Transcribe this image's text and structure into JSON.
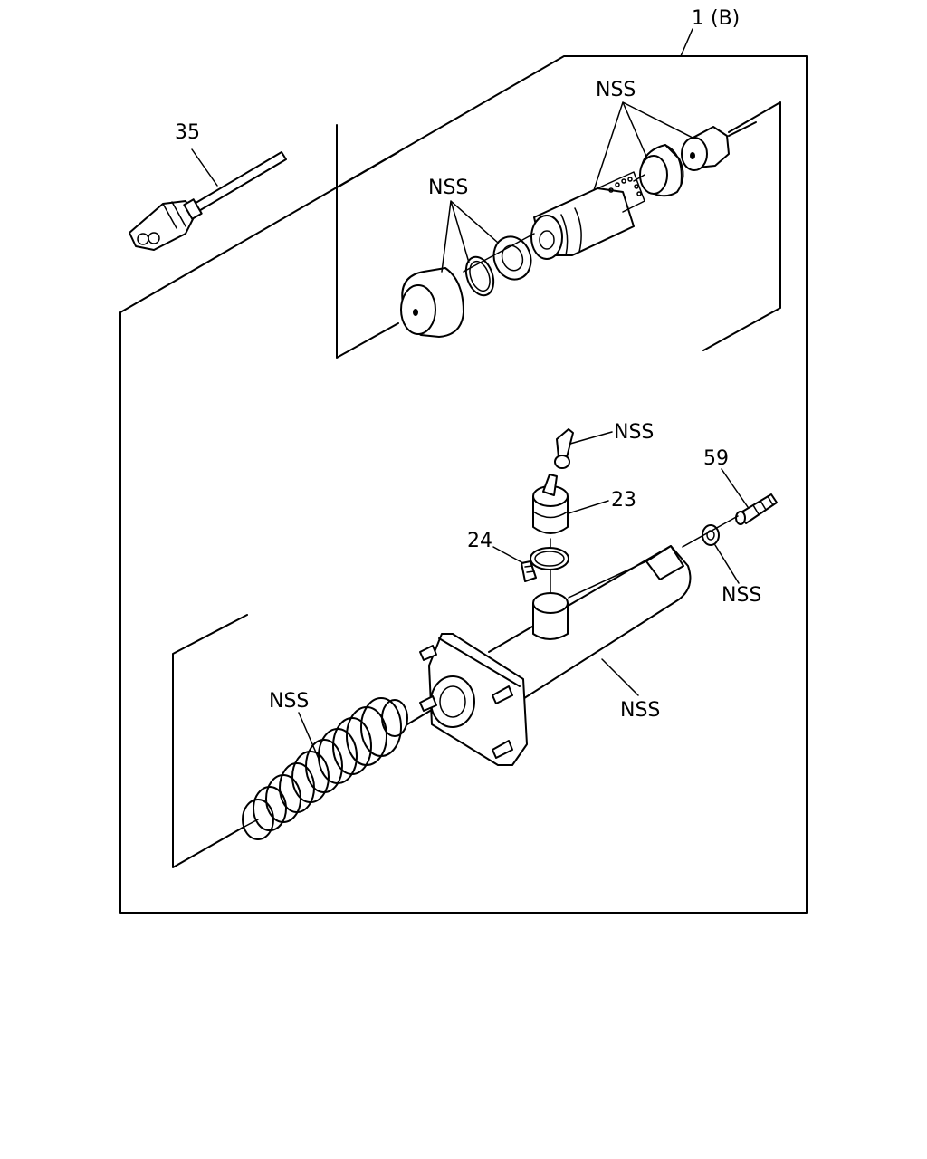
{
  "labels": {
    "assembly": "1 (B)",
    "pushrod": "35",
    "nss_piston_group": "NSS",
    "nss_seal_group": "NSS",
    "nss_bleeder_pin": "NSS",
    "reservoir": "23",
    "clamp": "24",
    "bleeder_screw": "59",
    "nss_washer": "NSS",
    "nss_boot": "NSS",
    "nss_body": "NSS"
  }
}
